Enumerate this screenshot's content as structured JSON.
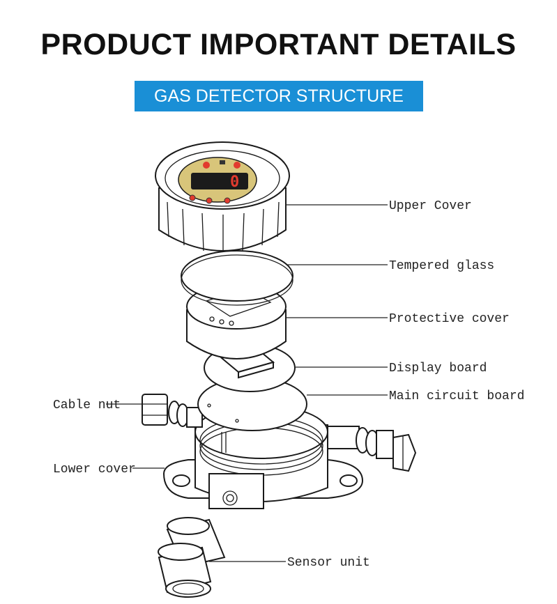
{
  "header": {
    "title": "PRODUCT IMPORTANT DETAILS",
    "subtitle": "GAS DETECTOR STRUCTURE"
  },
  "display": {
    "digit": "0"
  },
  "labels": {
    "upper_cover": "Upper Cover",
    "tempered_glass": "Tempered glass",
    "protective_cover": "Protective cover",
    "display_board": "Display board",
    "main_circuit_board": "Main circuit board",
    "cable_nut": "Cable nut",
    "lower_cover": "Lower cover",
    "sensor_unit": "Sensor unit"
  },
  "colors": {
    "accent": "#1a8fd6",
    "display_face": "#d8c57a",
    "led": "#e23b2e"
  }
}
